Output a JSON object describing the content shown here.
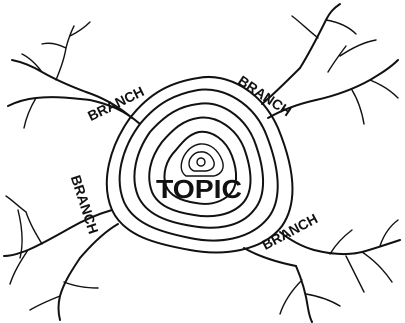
{
  "diagram": {
    "center": {
      "label": "TOPIC"
    },
    "branches": [
      {
        "label": "BRANCH"
      },
      {
        "label": "BRANCH"
      },
      {
        "label": "BRANCH"
      },
      {
        "label": "BRANCH"
      }
    ]
  }
}
